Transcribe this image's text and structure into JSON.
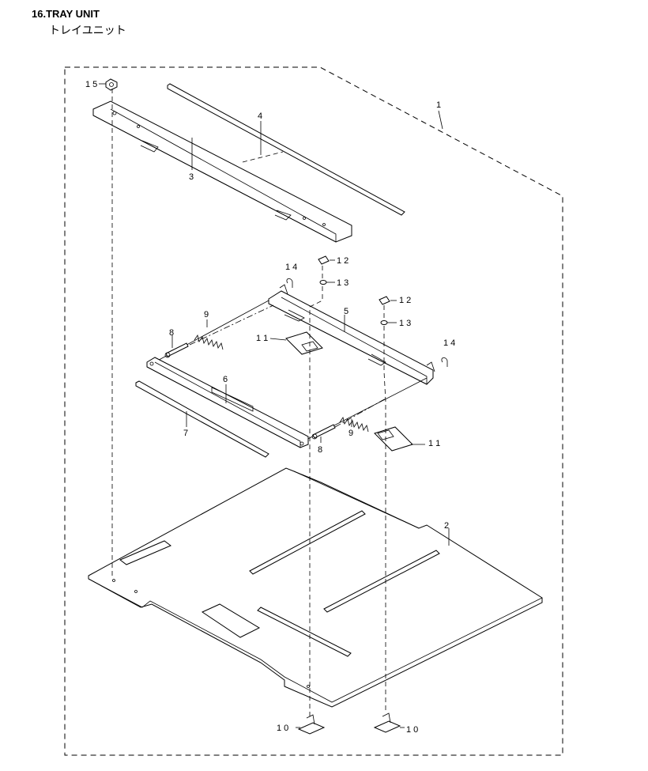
{
  "header": {
    "title": "16.TRAY UNIT",
    "subtitle": "トレイユニット"
  },
  "callouts": {
    "c1": "1",
    "c2": "2",
    "c3": "3",
    "c4": "4",
    "c5": "5",
    "c6": "6",
    "c7": "7",
    "c8a": "8",
    "c8b": "8",
    "c9a": "9",
    "c9b": "9",
    "c10a": "1 0",
    "c10b": "1 0",
    "c11a": "1 1",
    "c11b": "1 1",
    "c12a": "1 2",
    "c12b": "1 2",
    "c13a": "1 3",
    "c13b": "1 3",
    "c14a": "1 4",
    "c14b": "1 4",
    "c15": "1 5"
  }
}
